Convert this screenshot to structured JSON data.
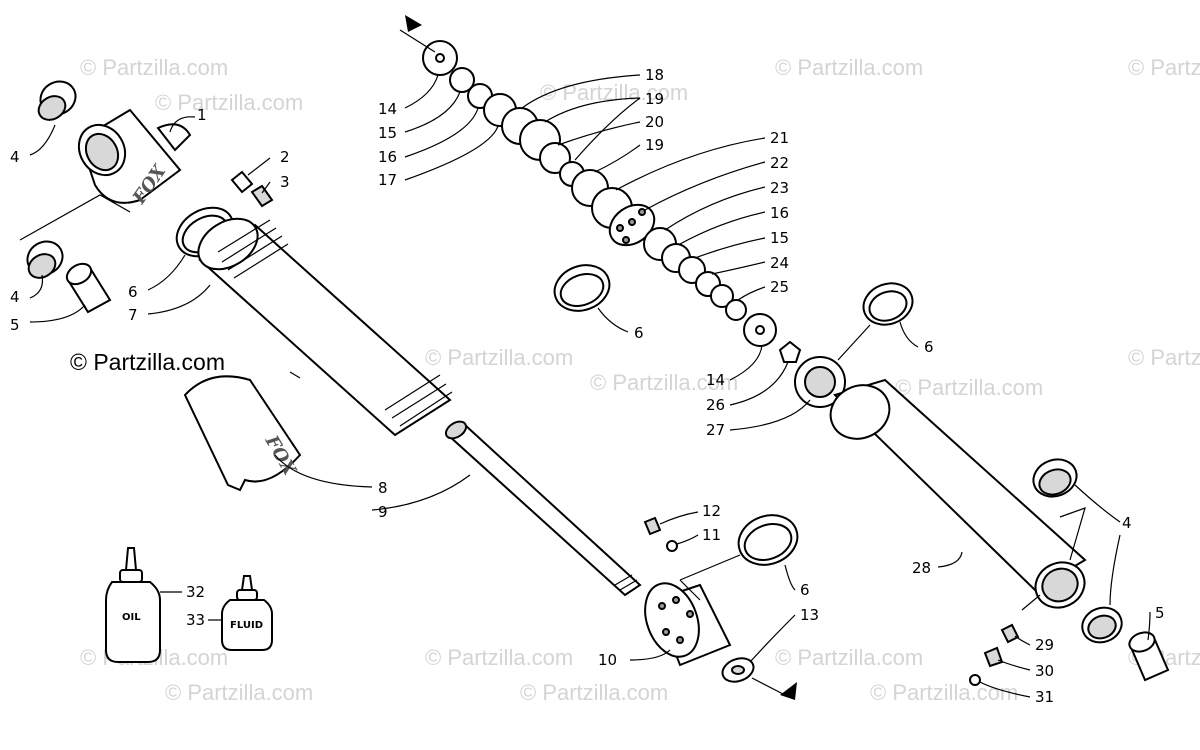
{
  "watermark": {
    "text": "© Partzilla.com",
    "main_text": "© Partzilla.com"
  },
  "brand_mark": "FOX",
  "bottles": {
    "oil_label": "OIL",
    "fluid_label": "FLUID"
  },
  "callouts": [
    "1",
    "2",
    "3",
    "4",
    "4",
    "5",
    "6",
    "7",
    "8",
    "9",
    "10",
    "11",
    "12",
    "6",
    "13",
    "14",
    "15",
    "16",
    "17",
    "18",
    "19",
    "20",
    "19",
    "21",
    "22",
    "23",
    "16",
    "15",
    "24",
    "25",
    "6",
    "14",
    "26",
    "27",
    "6",
    "28",
    "4",
    "5",
    "29",
    "30",
    "31",
    "32",
    "33"
  ]
}
